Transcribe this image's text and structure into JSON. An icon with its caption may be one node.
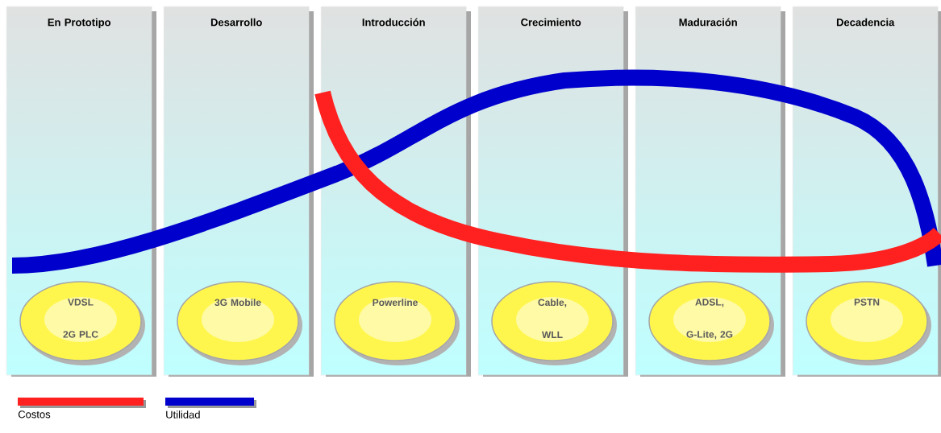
{
  "diagram": {
    "nodes": [
      {
        "text": [
          "En Prototipo"
        ]
      },
      {
        "text": [
          "Desarrollo"
        ]
      },
      {
        "text": [
          "Introducción"
        ]
      },
      {
        "text": [
          "Crecimiento"
        ]
      },
      {
        "text": [
          "Maduración"
        ]
      },
      {
        "text": [
          "Decadencia"
        ]
      },
      {
        "text": [
          "VDSL 2G PLC"
        ],
        "in": 0
      },
      {
        "text": [
          "3G Mobile"
        ],
        "in": 1
      },
      {
        "text": [
          "Powerline"
        ],
        "in": 2
      },
      {
        "text": [
          "Cable, WLL"
        ],
        "in": 3
      },
      {
        "text": [
          "ADSL, G-Lite, 2G"
        ],
        "in": 4
      },
      {
        "text": [
          "PSTN"
        ],
        "in": 5
      }
    ],
    "legend": [
      {
        "text": "Costos",
        "color": "#ff2020"
      },
      {
        "text": "Utilidad",
        "color": "#0000cc"
      }
    ]
  }
}
